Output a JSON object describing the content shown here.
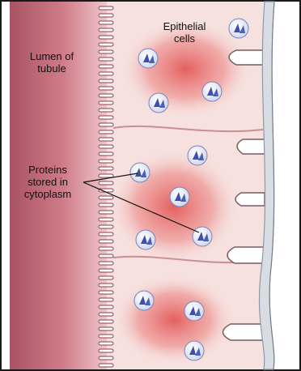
{
  "diagram": {
    "labels": {
      "lumen": "Lumen of\ntubule",
      "epithelial": "Epithelial\ncells",
      "proteins": "Proteins\nstored in\ncytoplasm"
    },
    "colors": {
      "lumen_fill": "#c46a76",
      "lumen_edge": "#e8b7bd",
      "cell_fill": "#f4d9d6",
      "cytoplasm_red": "#e04848",
      "basement_membrane": "#9aa3ad",
      "nucleus_blue": "#4a5fb5",
      "outline": "#2b2b2b"
    }
  }
}
